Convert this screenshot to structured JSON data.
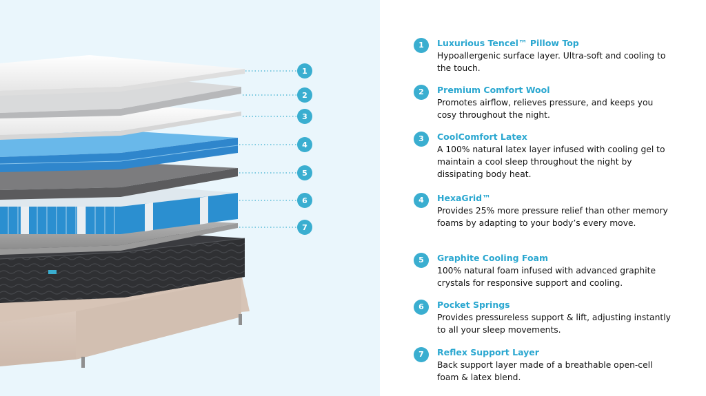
{
  "accent_color": "#3aaed0",
  "features": [
    {
      "number": "1",
      "title": "Luxurious Tencel™ Pillow Top",
      "description": "Hypoallergenic surface layer. Ultra-soft and cooling to the touch."
    },
    {
      "number": "2",
      "title": "Premium Comfort Wool",
      "description": "Promotes airflow, relieves pressure, and keeps you cosy throughout the night."
    },
    {
      "number": "3",
      "title": "CoolComfort Latex",
      "description": "A 100% natural latex layer infused with cooling gel to maintain a cool sleep throughout the night by dissipating body heat."
    },
    {
      "number": "4",
      "title": "HexaGrid™",
      "description": "Provides 25% more pressure relief than other memory foams by adapting to your body’s every move."
    },
    {
      "number": "5",
      "title": "Graphite Cooling Foam",
      "description": "100% natural foam infused with advanced graphite crystals for responsive support and cooling."
    },
    {
      "number": "6",
      "title": "Pocket Springs",
      "description": "Provides pressureless support & lift, adjusting instantly to all your sleep movements."
    },
    {
      "number": "7",
      "title": "Reflex Support Layer",
      "description": "Back support layer made of a breathable open-cell foam & latex blend."
    }
  ],
  "illustration_badges": [
    "1",
    "2",
    "3",
    "4",
    "5",
    "6",
    "7"
  ]
}
